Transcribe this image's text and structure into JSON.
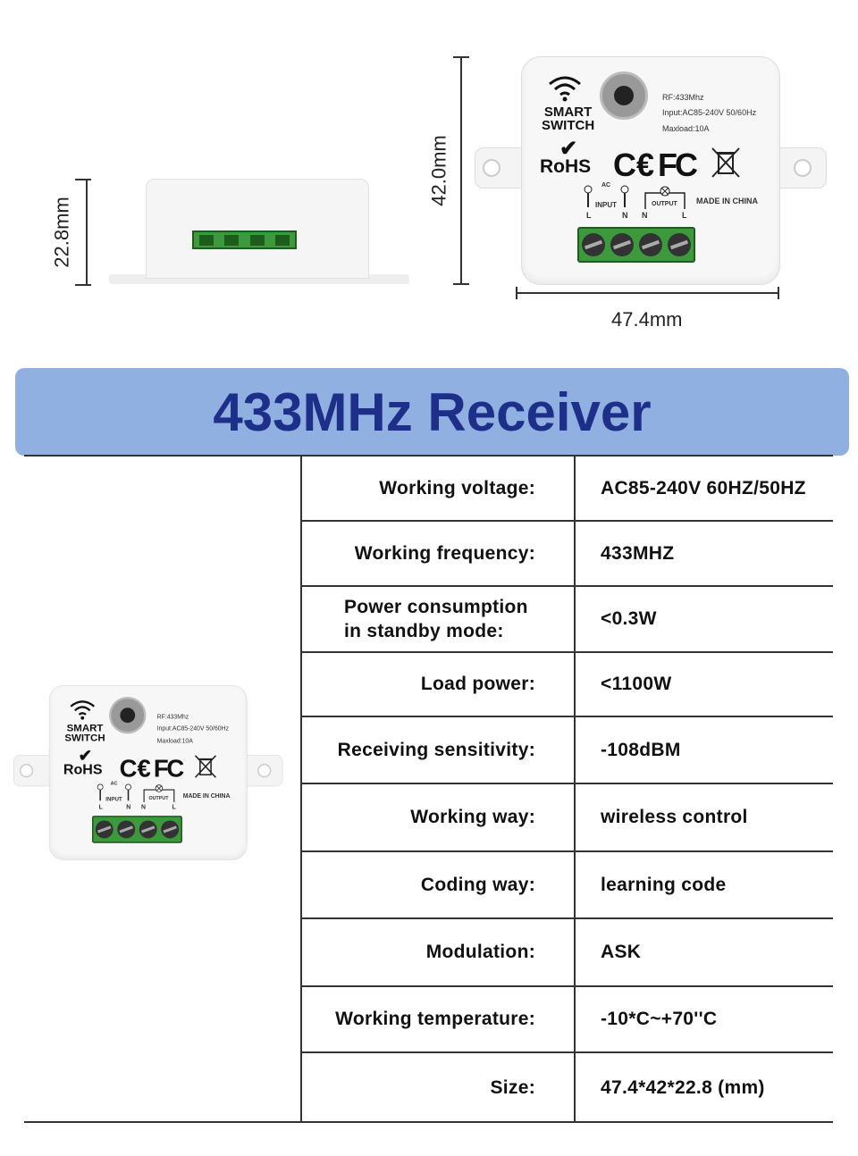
{
  "dimensions": {
    "height": "22.8mm",
    "length": "42.0mm",
    "width": "47.4mm"
  },
  "device_labels": {
    "brand_line1": "SMART",
    "brand_line2": "SWITCH",
    "rf": "RF:433Mhz",
    "input": "Input:AC85-240V 50/60Hz",
    "maxload": "Maxload:10A",
    "rohs": "RoHS",
    "ce": "C€",
    "fc": "FC",
    "ac": "AC",
    "input_label": "INPUT",
    "output_label": "OUTPUT",
    "made_in": "MADE IN CHINA",
    "L": "L",
    "N": "N"
  },
  "banner": {
    "title": "433MHz Receiver"
  },
  "specs": [
    {
      "label": "Working voltage:",
      "value": "AC85-240V 60HZ/50HZ"
    },
    {
      "label": "Working frequency:",
      "value": "433MHZ"
    },
    {
      "label": "Power consumption\nin standby mode:",
      "value": "<0.3W"
    },
    {
      "label": "Load power:",
      "value": "<1100W"
    },
    {
      "label": "Receiving sensitivity:",
      "value": "-108dBM"
    },
    {
      "label": "Working way:",
      "value": "wireless control"
    },
    {
      "label": "Coding way:",
      "value": "learning code"
    },
    {
      "label": "Modulation:",
      "value": "ASK"
    },
    {
      "label": "Working temperature:",
      "value": "-10*C~+70''C"
    },
    {
      "label": "Size:",
      "value": "47.4*42*22.8 (mm)"
    }
  ],
  "colors": {
    "banner_bg": "#8fb0e0",
    "banner_text": "#1e2f8a",
    "terminal_green": "#3c9a3c"
  }
}
